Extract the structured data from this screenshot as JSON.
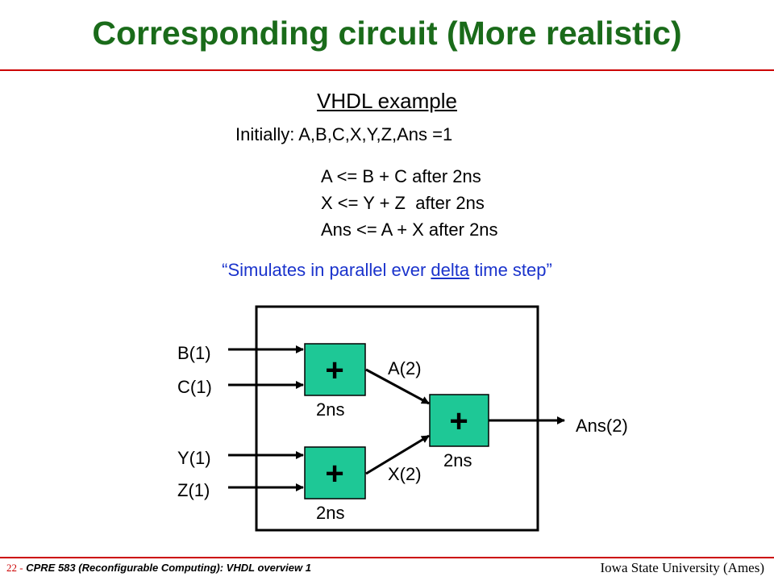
{
  "slide": {
    "title": "Corresponding circuit (More realistic)",
    "subtitle": "VHDL example",
    "initially": "Initially: A,B,C,X,Y,Z,Ans =1",
    "code": [
      "A <= B + C after 2ns",
      "X <= Y + Z  after 2ns",
      "Ans <= A + X after 2ns"
    ],
    "quote": {
      "before": "“Simulates in parallel ever ",
      "underlined": "delta",
      "after": " time step”"
    }
  },
  "diagram": {
    "inputs": [
      "B(1)",
      "C(1)",
      "Y(1)",
      "Z(1)"
    ],
    "adder_symbol": "+",
    "delays": [
      "2ns",
      "2ns",
      "2ns"
    ],
    "intermediates": [
      "A(2)",
      "X(2)"
    ],
    "output": "Ans(2)",
    "colors": {
      "adder_fill": "#1ec896",
      "wire": "#000000"
    }
  },
  "footer": {
    "page_num": "22 -",
    "course": "CPRE 583 (Reconfigurable Computing):  VHDL overview 1",
    "institution": "Iowa State University (Ames)"
  }
}
